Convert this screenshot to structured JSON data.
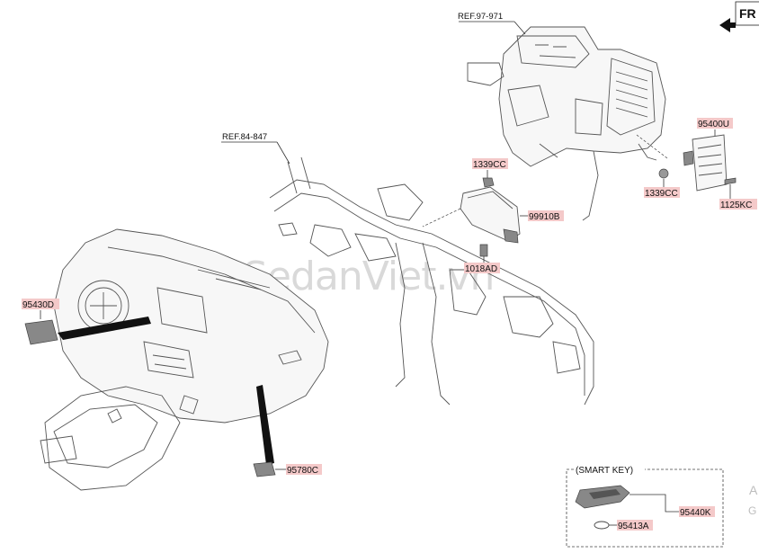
{
  "header": {
    "fr_label": "FR"
  },
  "watermark": "SedanViet.vn",
  "refs": {
    "ref_top": "REF.97-971",
    "ref_left": "REF.84-847"
  },
  "parts": {
    "p95430D": "95430D",
    "p95780C": "95780C",
    "p1339CC_a": "1339CC",
    "p1339CC_b": "1339CC",
    "p99910B": "99910B",
    "p1018AD": "1018AD",
    "p95400U": "95400U",
    "p1125KC": "1125KC",
    "p95440K": "95440K",
    "p95413A": "95413A"
  },
  "smart_key": {
    "title": "(SMART KEY)"
  },
  "edge_text": {
    "a": "A",
    "g": "G"
  }
}
